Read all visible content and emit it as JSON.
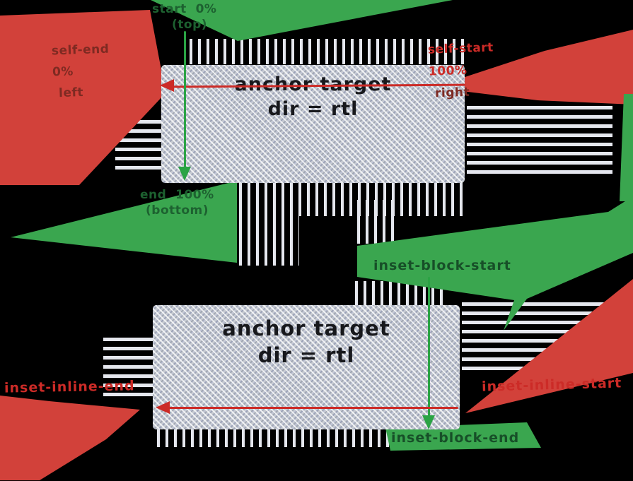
{
  "colors": {
    "background": "#000000",
    "red_shape": "#d2413a",
    "red_line": "#cc2b27",
    "red_text_dark": "#7e2a22",
    "green_shape": "#3aa64f",
    "green_line": "#2aa344",
    "green_text_dark": "#1d6130",
    "box_fill": "#c7cbd3",
    "box_text": "#17181c",
    "hatch": "#e5e7ee"
  },
  "figure1": {
    "box": {
      "line1": "anchor target",
      "line2": "dir = rtl"
    },
    "block_axis": {
      "top_label": {
        "line1": "start  0%",
        "line2": "(top)"
      },
      "bottom_label": {
        "line1": "end  100%",
        "line2": "(bottom)"
      }
    },
    "inline_axis": {
      "left_label": {
        "line1": "self-end",
        "line2": "0%",
        "line3": "left"
      },
      "right_label": {
        "line1": "self-start",
        "line2": "100%",
        "line3": "right"
      }
    }
  },
  "figure2": {
    "box": {
      "line1": "anchor target",
      "line2": "dir = rtl"
    },
    "block_axis": {
      "top_label": "inset-block-start",
      "bottom_label": "inset-block-end"
    },
    "inline_axis": {
      "left_label": "inset-inline-end",
      "right_label": "inset-inline-start"
    }
  }
}
